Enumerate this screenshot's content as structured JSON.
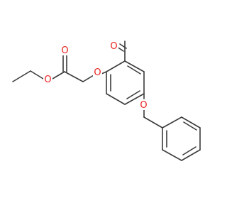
{
  "molecule": {
    "atom_labels": {
      "ester_single_o": "O",
      "ester_carbonyl_o": "O",
      "ether_o": "O",
      "aldehyde_o": "O",
      "benzyl_o": "O"
    },
    "colors": {
      "bond": "#3b3b3b",
      "oxygen": "#e8231e",
      "background": "#ffffff"
    }
  }
}
